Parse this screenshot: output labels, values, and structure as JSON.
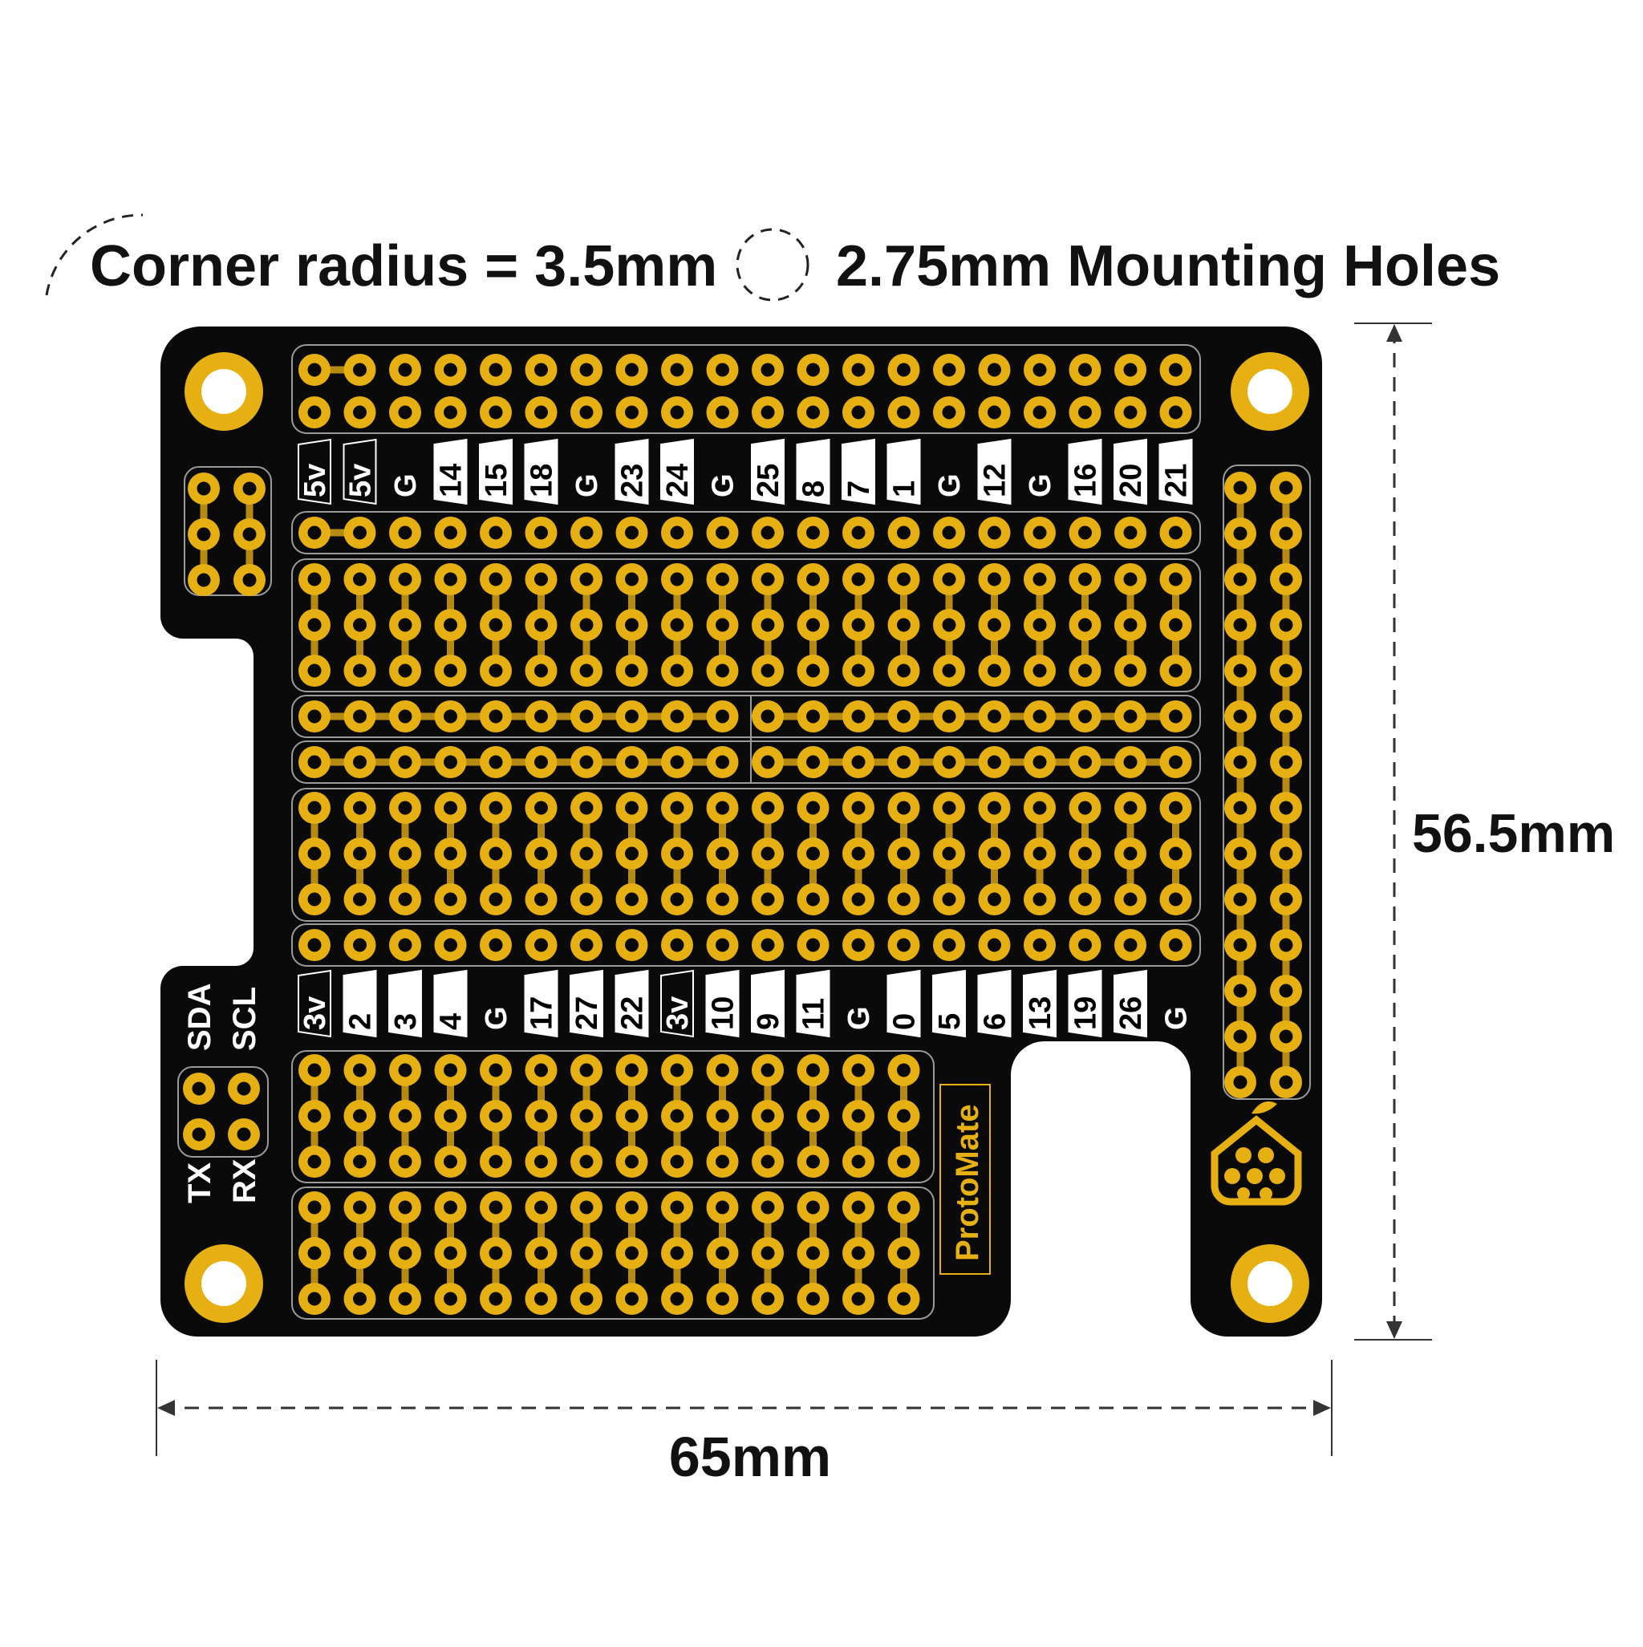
{
  "legend": {
    "corner_radius_label": "Corner radius = 3.5mm",
    "mounting_holes_label": "2.75mm Mounting Holes"
  },
  "dimensions": {
    "height_label": "56.5mm",
    "width_label": "65mm"
  },
  "board": {
    "brand_label": "ProtoMate",
    "colors": {
      "board": "#0a0a0a",
      "pad": "#e6b012",
      "trace": "#b68a12",
      "outline": "#9a9a9a",
      "label_bg": "#ffffff",
      "label_text": "#000000"
    },
    "top_header_labels": [
      {
        "text": "5v",
        "style": "outline"
      },
      {
        "text": "5v",
        "style": "outline"
      },
      {
        "text": "G",
        "style": "plain"
      },
      {
        "text": "14",
        "style": "filled"
      },
      {
        "text": "15",
        "style": "filled"
      },
      {
        "text": "18",
        "style": "filled"
      },
      {
        "text": "G",
        "style": "plain"
      },
      {
        "text": "23",
        "style": "filled"
      },
      {
        "text": "24",
        "style": "filled"
      },
      {
        "text": "G",
        "style": "plain"
      },
      {
        "text": "25",
        "style": "filled"
      },
      {
        "text": "8",
        "style": "filled"
      },
      {
        "text": "7",
        "style": "filled"
      },
      {
        "text": "1",
        "style": "filled"
      },
      {
        "text": "G",
        "style": "plain"
      },
      {
        "text": "12",
        "style": "filled"
      },
      {
        "text": "G",
        "style": "plain"
      },
      {
        "text": "16",
        "style": "filled"
      },
      {
        "text": "20",
        "style": "filled"
      },
      {
        "text": "21",
        "style": "filled"
      }
    ],
    "bottom_header_labels": [
      {
        "text": "3v",
        "style": "outline"
      },
      {
        "text": "2",
        "style": "filled"
      },
      {
        "text": "3",
        "style": "filled"
      },
      {
        "text": "4",
        "style": "filled"
      },
      {
        "text": "G",
        "style": "plain"
      },
      {
        "text": "17",
        "style": "filled"
      },
      {
        "text": "27",
        "style": "filled"
      },
      {
        "text": "22",
        "style": "filled"
      },
      {
        "text": "3v",
        "style": "outline"
      },
      {
        "text": "10",
        "style": "filled"
      },
      {
        "text": "9",
        "style": "filled"
      },
      {
        "text": "11",
        "style": "filled"
      },
      {
        "text": "G",
        "style": "plain"
      },
      {
        "text": "0",
        "style": "filled"
      },
      {
        "text": "5",
        "style": "filled"
      },
      {
        "text": "6",
        "style": "filled"
      },
      {
        "text": "13",
        "style": "filled"
      },
      {
        "text": "19",
        "style": "filled"
      },
      {
        "text": "26",
        "style": "filled"
      },
      {
        "text": "G",
        "style": "plain"
      }
    ],
    "i2c_labels": {
      "sda": "SDA",
      "scl": "SCL"
    },
    "uart_labels": {
      "tx": "TX",
      "rx": "RX"
    }
  }
}
